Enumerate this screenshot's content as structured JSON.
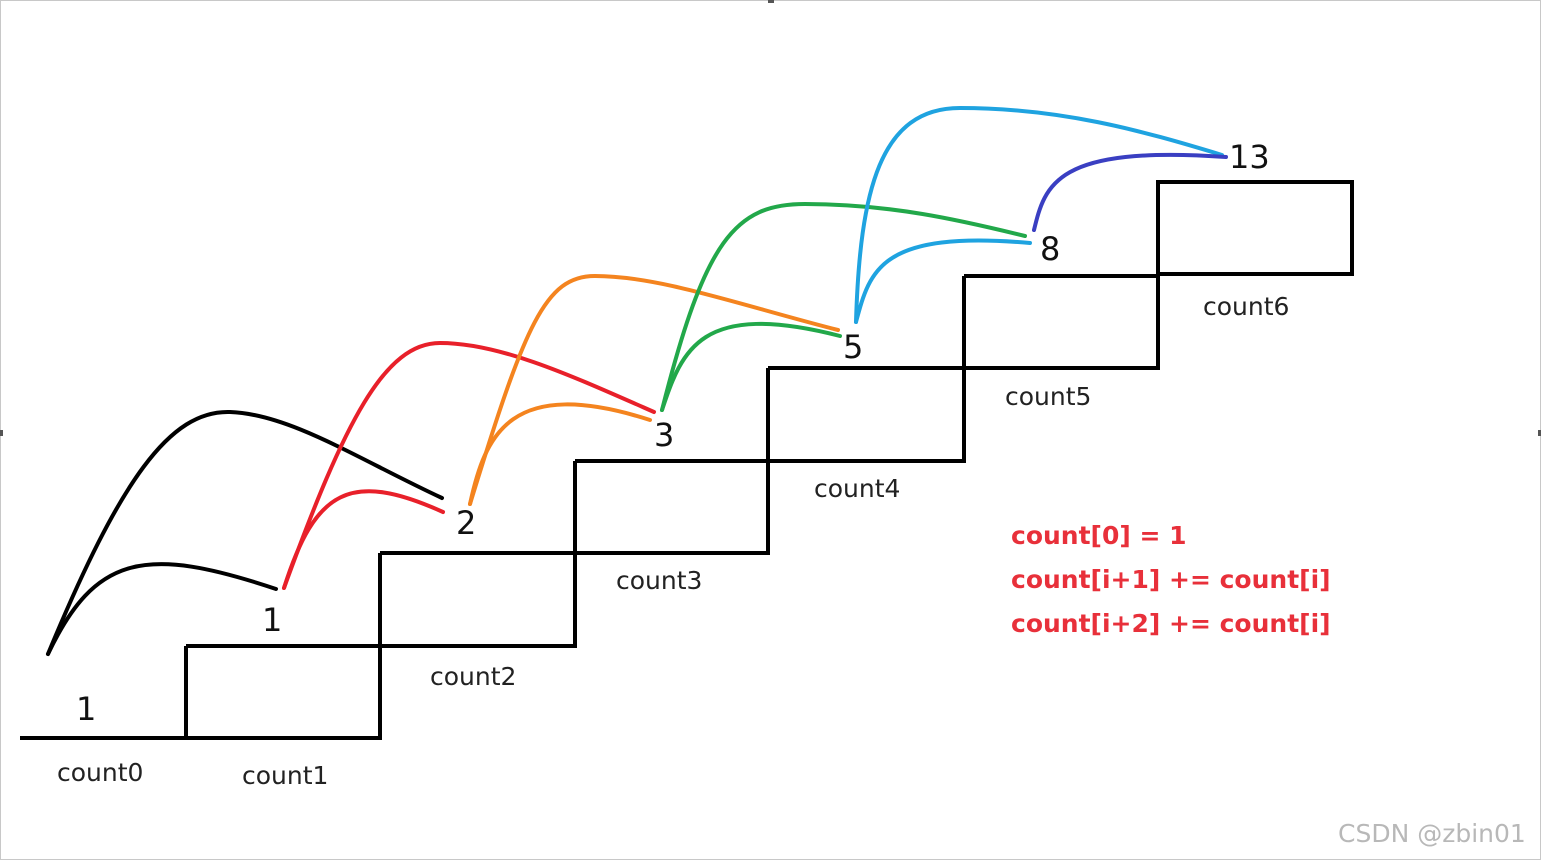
{
  "step_labels": [
    "count0",
    "count1",
    "count2",
    "count3",
    "count4",
    "count5",
    "count6"
  ],
  "counts": [
    "1",
    "1",
    "2",
    "3",
    "5",
    "8",
    "13"
  ],
  "formula": {
    "line1": "count[0] = 1",
    "line2": "count[i+1] += count[i]",
    "line3": "count[i+2] += count[i]"
  },
  "watermark": "CSDN @zbin01",
  "colors": {
    "stairs": "#000000",
    "from_count0": "#000000",
    "from_count1": "#e8202a",
    "from_count2": "#f4841f",
    "from_count3": "#22a84a",
    "from_count4": "#1fa3e0",
    "from_count5": "#3a3fc2",
    "formula": "#e8303a"
  }
}
